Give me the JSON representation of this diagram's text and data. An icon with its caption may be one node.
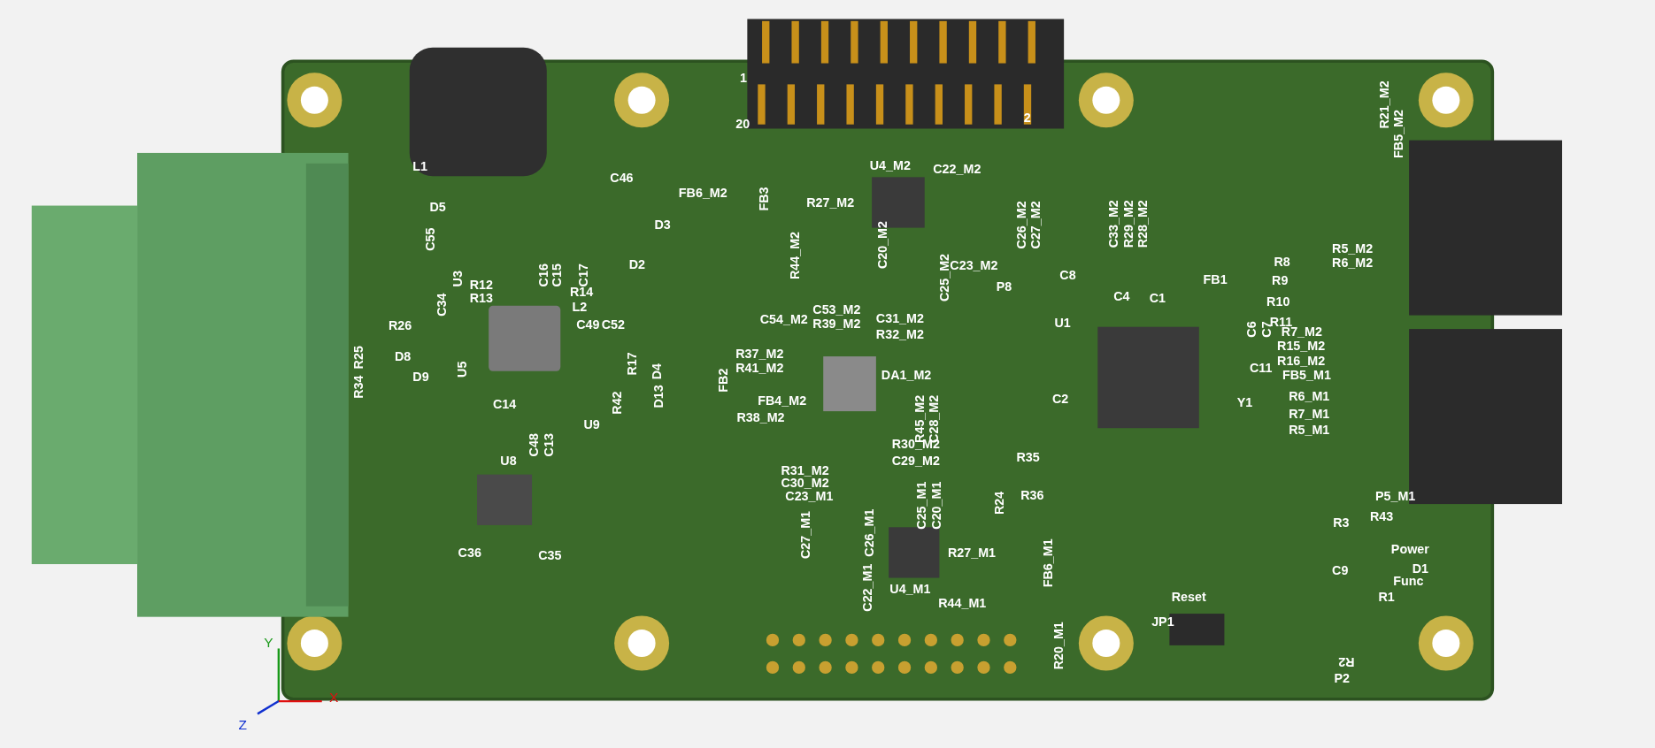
{
  "diagram": {
    "labels": [
      "1",
      "20",
      "2",
      "L1",
      "C46",
      "D5",
      "FB6_M2",
      "FB3",
      "D3",
      "C55",
      "U3",
      "C16",
      "C15",
      "C17",
      "D2",
      "R12",
      "R13",
      "R14",
      "C34",
      "L2",
      "R26",
      "C49",
      "C52",
      "D8",
      "R25",
      "U5",
      "R17",
      "D4",
      "R34",
      "D9",
      "C14",
      "U9",
      "C48",
      "C13",
      "R42",
      "D13",
      "U8",
      "C36",
      "C35",
      "U4_M2",
      "C22_M2",
      "R27_M2",
      "C26_M2",
      "C27_M2",
      "C20_M2",
      "C23_M2",
      "R44_M2",
      "P8",
      "C25_M2",
      "C54_M2",
      "C53_M2",
      "R39_M2",
      "C31_M2",
      "R32_M2",
      "R37_M2",
      "R41_M2",
      "DA1_M2",
      "FB2",
      "FB4_M2",
      "R38_M2",
      "R45_M2",
      "C28_M2",
      "R30_M2",
      "C29_M2",
      "R31_M2",
      "C30_M2",
      "C23_M1",
      "C27_M1",
      "C26_M1",
      "C25_M1",
      "C20_M1",
      "R24",
      "R35",
      "R36",
      "U4_M1",
      "R27_M1",
      "R44_M1",
      "C22_M1",
      "FB6_M1",
      "R20_M1",
      "Reset",
      "JP1",
      "C8",
      "C4",
      "C1",
      "FB1",
      "U1",
      "C33_M2",
      "R29_M2",
      "R28_M2",
      "C6",
      "C7",
      "R8",
      "R9",
      "R10",
      "R11",
      "R5_M2",
      "R6_M2",
      "R7_M2",
      "R15_M2",
      "R16_M2",
      "C11",
      "FB5_M1",
      "R6_M1",
      "R7_M1",
      "R5_M1",
      "R21_M2",
      "FB5_M2",
      "C2",
      "Y1",
      "P5_M1",
      "R43",
      "Power",
      "D1",
      "Func",
      "R1",
      "R3",
      "C9",
      "R2",
      "P2",
      "Y",
      "X",
      "Z"
    ]
  }
}
